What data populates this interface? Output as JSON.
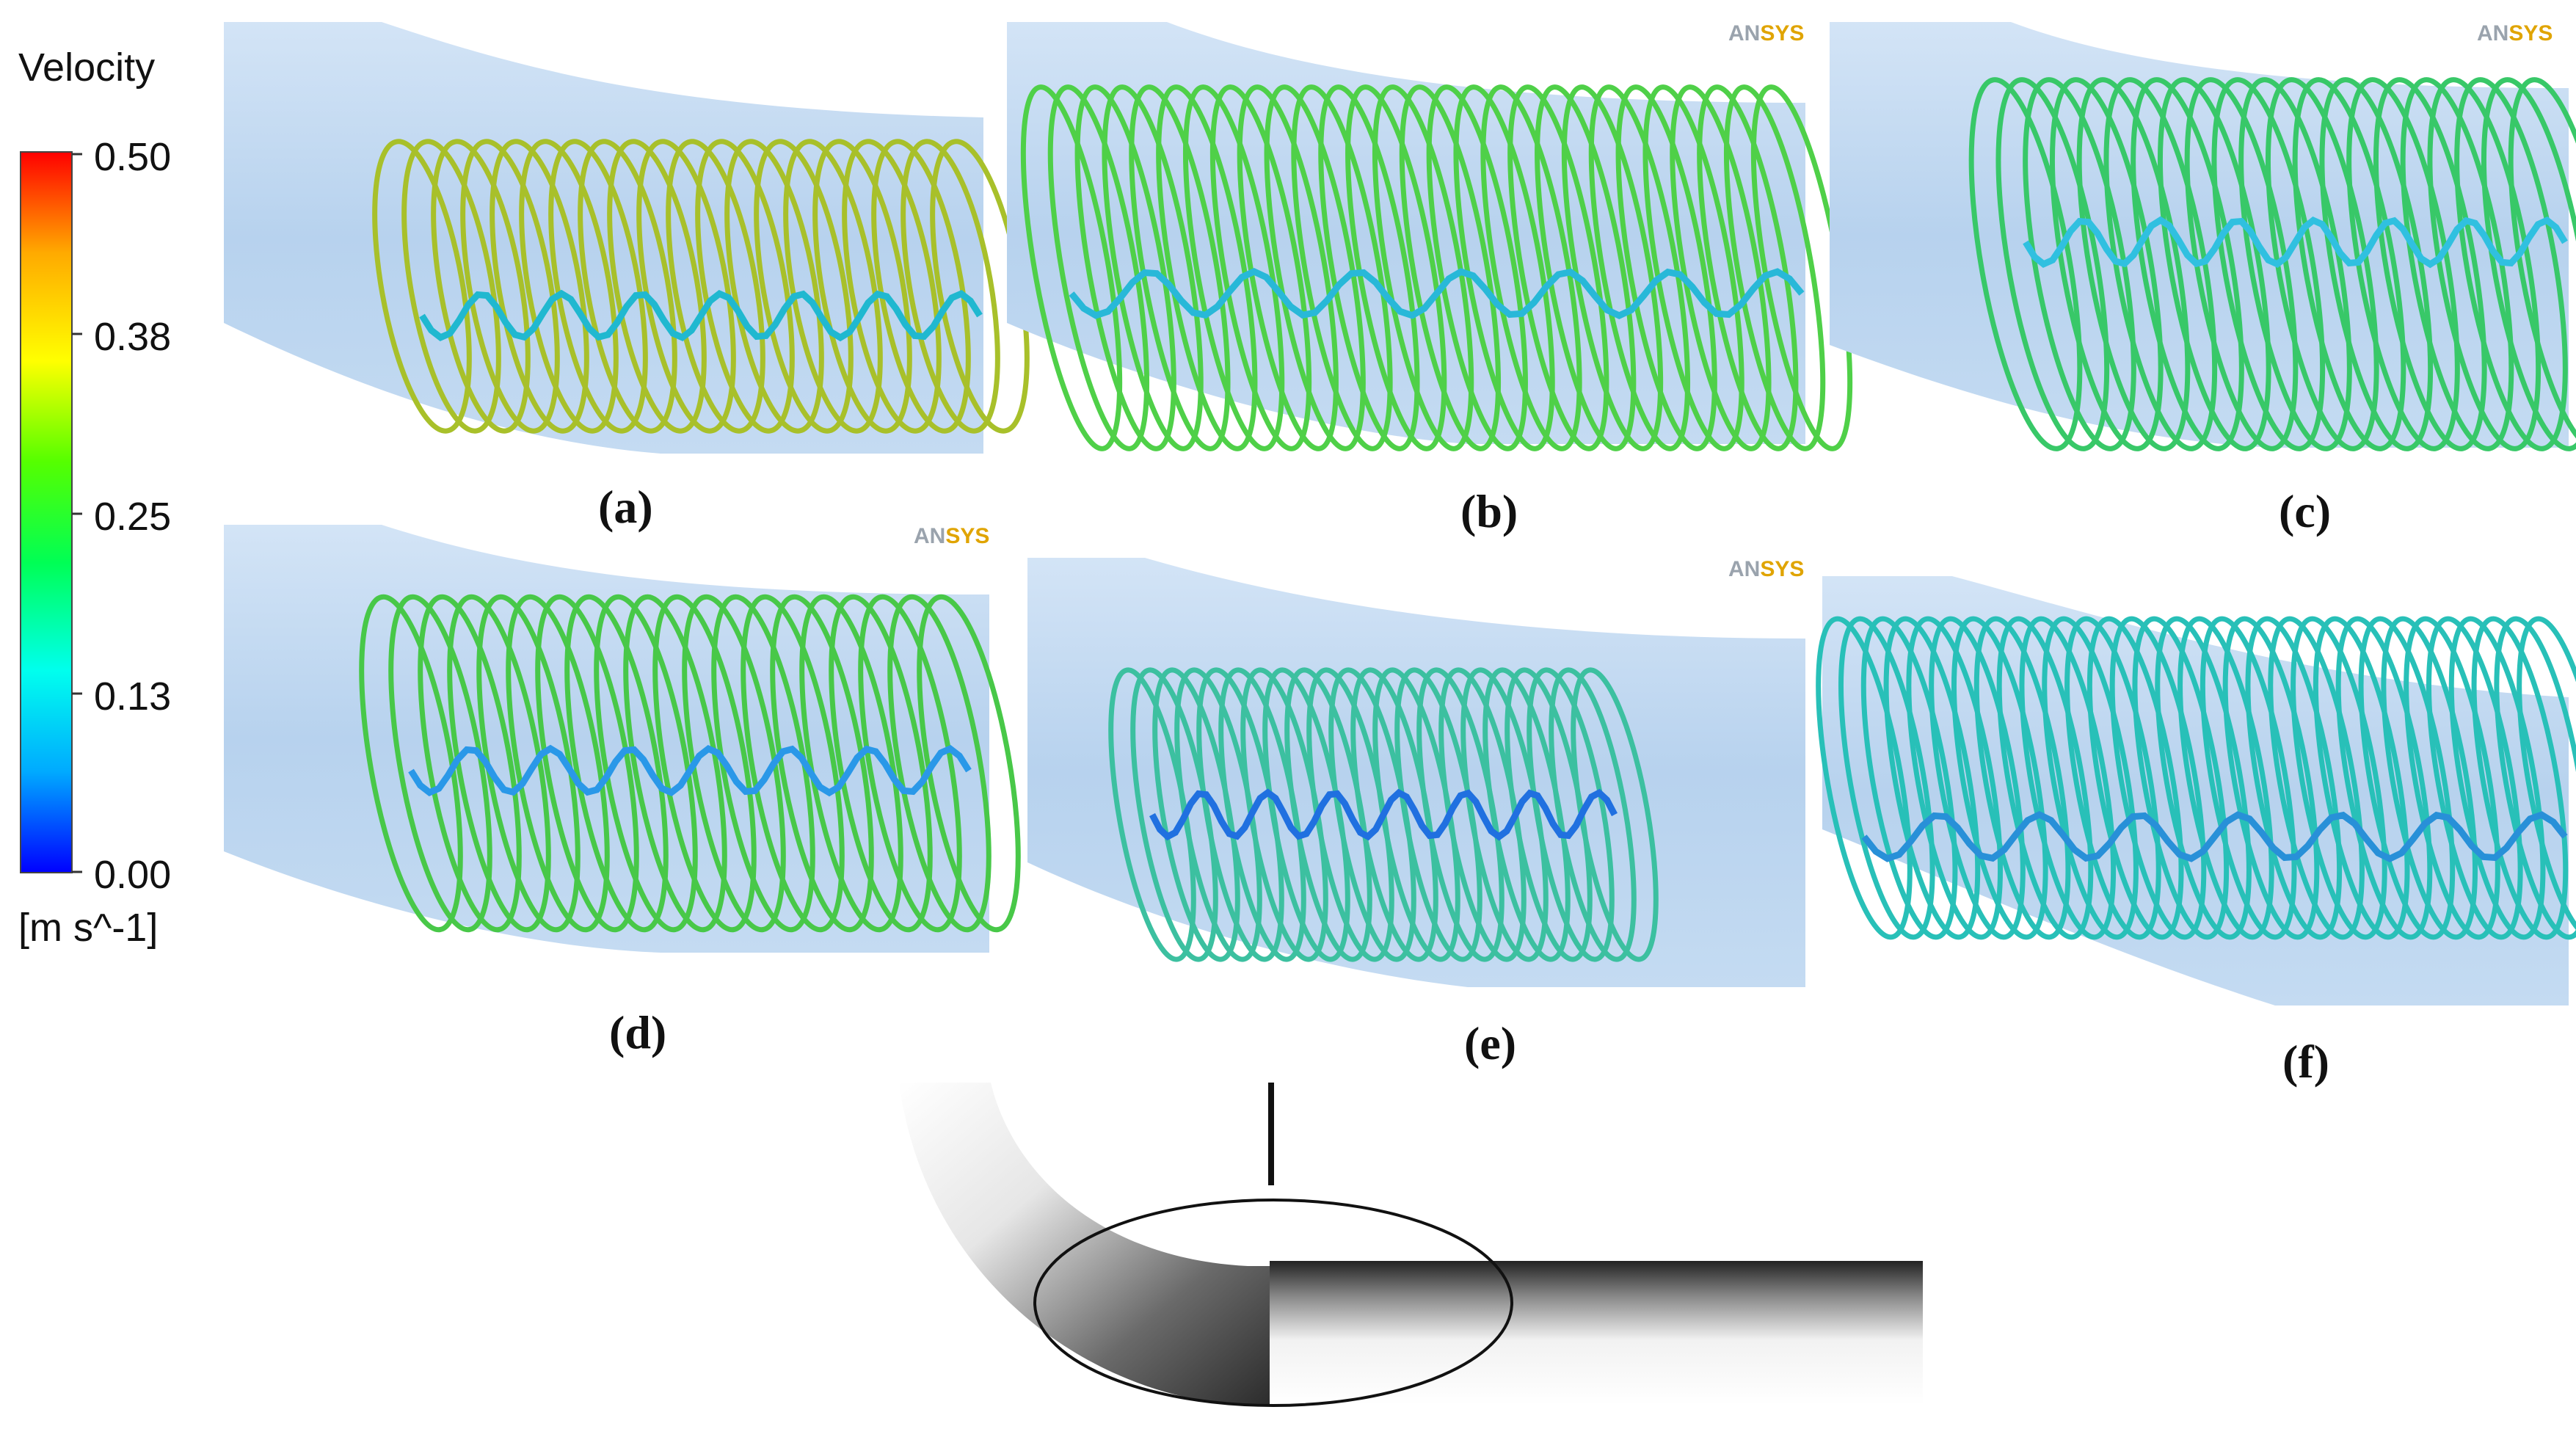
{
  "legend": {
    "title": "Velocity",
    "ticks": [
      "0.50",
      "0.38",
      "0.25",
      "0.13",
      "0.00"
    ],
    "unit": "[m s^-1]",
    "colormap": [
      "#0000ff",
      "#00aaff",
      "#00ffee",
      "#00ff55",
      "#55ff00",
      "#ffff00",
      "#ffaa00",
      "#ff0000"
    ]
  },
  "watermark": "ANSYS",
  "panels": [
    {
      "id": "a",
      "label": "(a)",
      "streak_color": "#a8c02a",
      "core_color": "#20b8d0",
      "watermark_visible": false
    },
    {
      "id": "b",
      "label": "(b)",
      "streak_color": "#4fd048",
      "core_color": "#28b8d8",
      "watermark_visible": true
    },
    {
      "id": "c",
      "label": "(c)",
      "streak_color": "#38c868",
      "core_color": "#30c0e0",
      "watermark_visible": true
    },
    {
      "id": "d",
      "label": "(d)",
      "streak_color": "#48c848",
      "core_color": "#2a98e8",
      "watermark_visible": true
    },
    {
      "id": "e",
      "label": "(e)",
      "streak_color": "#3cc0a0",
      "core_color": "#2070e0",
      "watermark_visible": true
    },
    {
      "id": "f",
      "label": "(f)",
      "streak_color": "#28c0b8",
      "core_color": "#2890d8",
      "watermark_visible": false
    }
  ],
  "colors": {
    "pipe_fill": "#b9d4ef",
    "pipe_light": "#d6e6f7",
    "tube_dark": "#2e2e2e",
    "tube_light": "#ffffff",
    "watermark_an": "#9aa3ad",
    "watermark_sys": "#e0a400"
  }
}
